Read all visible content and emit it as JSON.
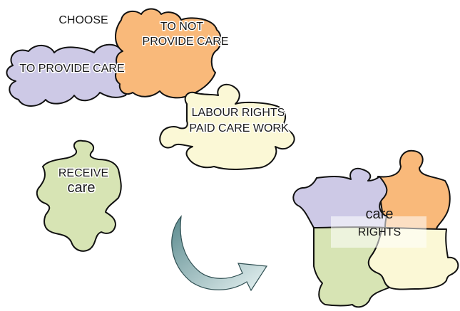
{
  "texts": {
    "choose": "CHOOSE",
    "to_not": "TO NOT",
    "provide_care_right": "PROVIDE CARE",
    "to_provide_care": "TO PROVIDE CARE",
    "labour_rights": "LABOUR RIGHTS",
    "paid_care_work": "PAID CARE WORK",
    "receive": "RECEIVE",
    "care_receive": "care",
    "care_combined": "care",
    "rights_combined": "RIGHTS"
  },
  "colors": {
    "lavender": "#cdc9e6",
    "orange": "#f9b97a",
    "pale_yellow": "#fbf8d6",
    "green": "#d7e4b4",
    "arrow_dark": "#5b8a8e",
    "arrow_light": "#e7f3f3",
    "outline": "#111111"
  },
  "icons": {
    "curved_arrow": "curved-arrow-icon"
  }
}
